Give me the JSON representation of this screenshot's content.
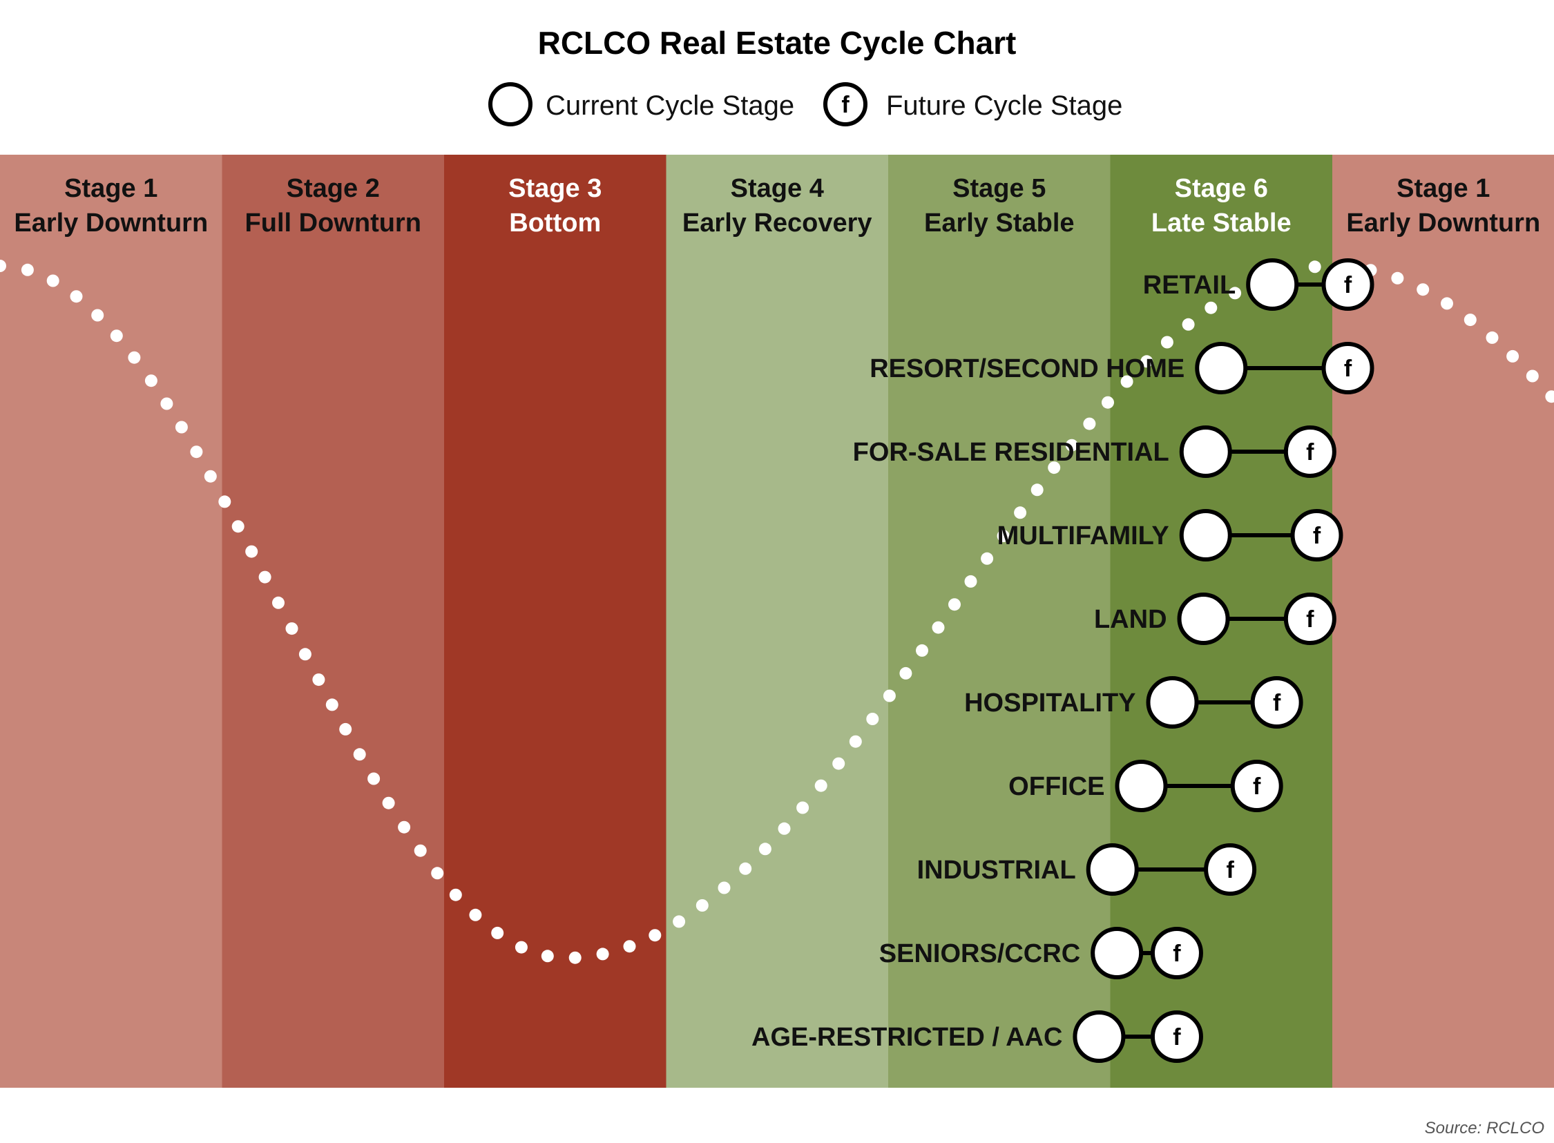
{
  "title": "RCLCO Real Estate Cycle Chart",
  "legend": {
    "current": "Current Cycle Stage",
    "future": "Future Cycle Stage",
    "future_marker": "f"
  },
  "source": "Source: RCLCO",
  "colors": {
    "stage1": "#c88679",
    "stage2": "#b46052",
    "stage3": "#a03826",
    "stage4": "#a7b98a",
    "stage5": "#8da364",
    "stage6": "#6e8b3d",
    "curve": "#ffffff",
    "marker_fill": "#ffffff",
    "marker_stroke": "#000000",
    "dark_text": "#111111",
    "light_text": "#ffffff"
  },
  "chart_data": {
    "type": "scatter",
    "title": "RCLCO Real Estate Cycle Chart",
    "x_unit": "cycle stage position (0 = start of Stage 1, 6 = end of Stage 6)",
    "stages": [
      {
        "line1": "Stage 1",
        "line2": "Early Downturn",
        "color_key": "stage1",
        "text": "dark"
      },
      {
        "line1": "Stage 2",
        "line2": "Full Downturn",
        "color_key": "stage2",
        "text": "dark"
      },
      {
        "line1": "Stage 3",
        "line2": "Bottom",
        "color_key": "stage3",
        "text": "light"
      },
      {
        "line1": "Stage 4",
        "line2": "Early Recovery",
        "color_key": "stage4",
        "text": "dark"
      },
      {
        "line1": "Stage 5",
        "line2": "Early Stable",
        "color_key": "stage5",
        "text": "dark"
      },
      {
        "line1": "Stage 6",
        "line2": "Late Stable",
        "color_key": "stage6",
        "text": "light"
      },
      {
        "line1": "Stage 1",
        "line2": "Early Downturn",
        "color_key": "stage1",
        "text": "dark"
      }
    ],
    "segments": [
      {
        "name": "RETAIL",
        "current": 5.73,
        "future": 6.07
      },
      {
        "name": "RESORT/SECOND HOME",
        "current": 5.5,
        "future": 6.07
      },
      {
        "name": "FOR-SALE RESIDENTIAL",
        "current": 5.43,
        "future": 5.9
      },
      {
        "name": "MULTIFAMILY",
        "current": 5.43,
        "future": 5.93
      },
      {
        "name": "LAND",
        "current": 5.42,
        "future": 5.9
      },
      {
        "name": "HOSPITALITY",
        "current": 5.28,
        "future": 5.75
      },
      {
        "name": "OFFICE",
        "current": 5.14,
        "future": 5.66
      },
      {
        "name": "INDUSTRIAL",
        "current": 5.01,
        "future": 5.54
      },
      {
        "name": "SENIORS/CCRC",
        "current": 5.03,
        "future": 5.3
      },
      {
        "name": "AGE-RESTRICTED / AAC",
        "current": 4.95,
        "future": 5.3
      }
    ],
    "curve": {
      "style": "dotted",
      "trough_x": 2.55,
      "peak_x": 6.0
    }
  }
}
